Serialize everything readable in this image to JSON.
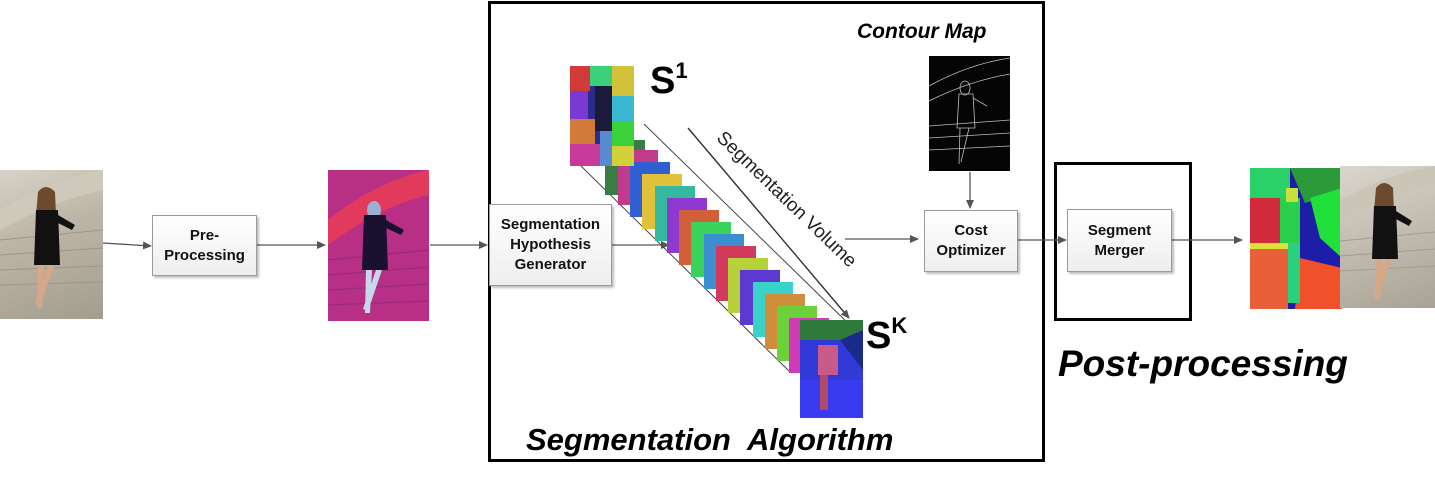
{
  "nodes": {
    "preprocessing": "Pre-\nProcessing",
    "hypothesis_generator": "Segmentation\nHypothesis\nGenerator",
    "cost_optimizer": "Cost\nOptimizer",
    "segment_merger": "Segment\nMerger"
  },
  "labels": {
    "contour_map": "Contour Map",
    "segmentation_volume": "Segmentation Volume",
    "segmentation_algorithm": "Segmentation  Algorithm",
    "post_processing": "Post-processing",
    "s_first_base": "S",
    "s_first_sup": "1",
    "s_last_base": "S",
    "s_last_sup": "K"
  },
  "colors": {
    "frame": "#000000",
    "arrow": "#555555",
    "box_border": "#9a9a9a",
    "preprocessed_tint": "#d8307a"
  }
}
